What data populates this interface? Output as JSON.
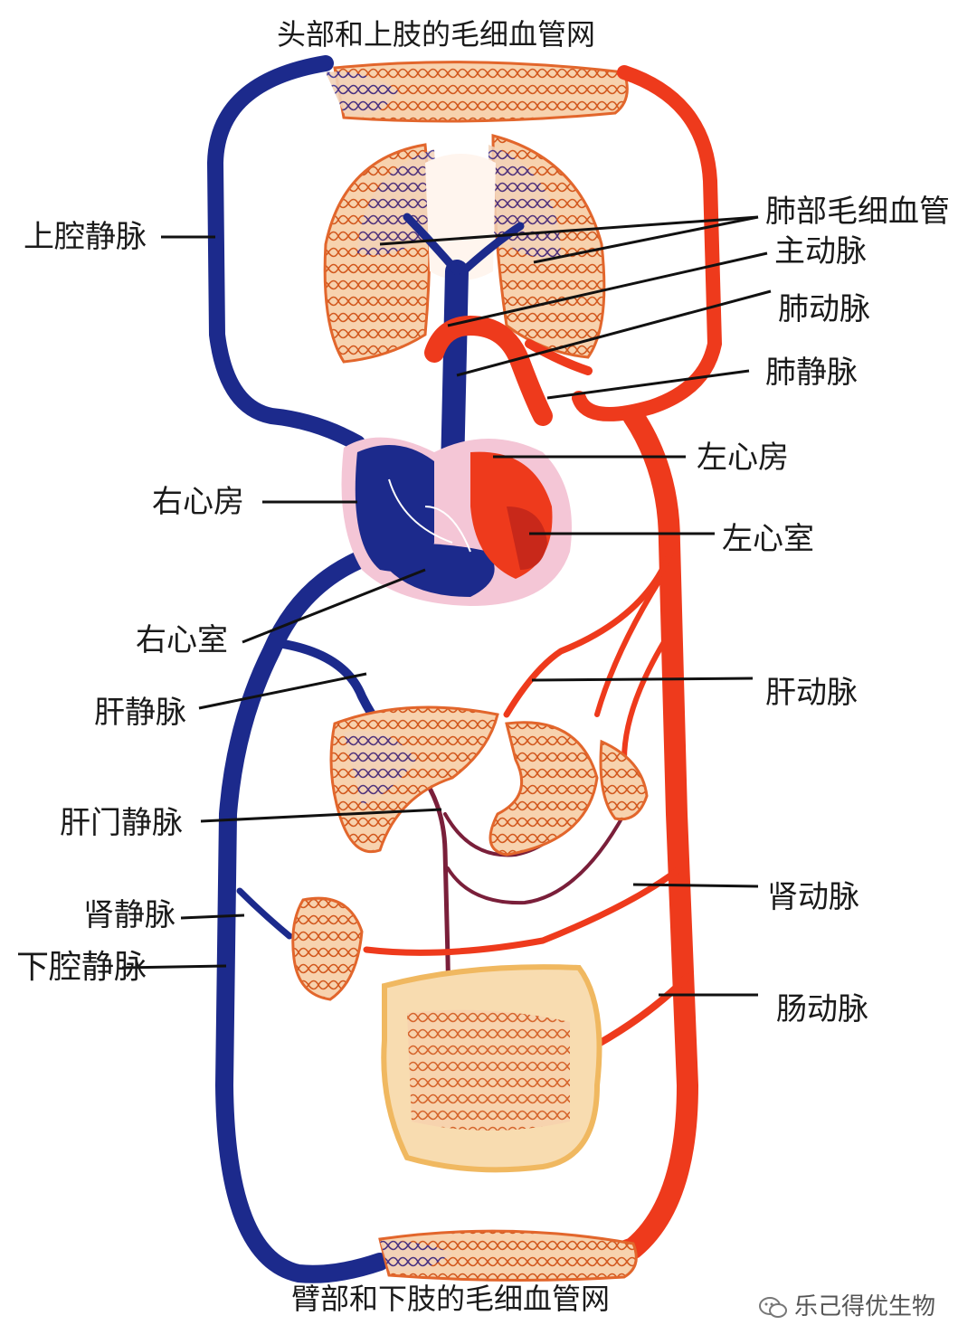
{
  "titles": {
    "top": "头部和上肢的毛细血管网",
    "bottom": "臂部和下肢的毛细血管网"
  },
  "labels": {
    "superior_vena_cava": "上腔静脉",
    "right_atrium": "右心房",
    "right_ventricle": "右心室",
    "hepatic_vein": "肝静脉",
    "hepatic_portal_vein": "肝门静脉",
    "renal_vein": "肾静脉",
    "inferior_vena_cava": "下腔静脉",
    "pulmonary_capillaries": "肺部毛细血管",
    "aorta": "主动脉",
    "pulmonary_artery": "肺动脉",
    "pulmonary_vein": "肺静脉",
    "left_atrium": "左心房",
    "left_ventricle": "左心室",
    "hepatic_artery": "肝动脉",
    "renal_artery": "肾动脉",
    "intestinal_artery": "肠动脉"
  },
  "watermark": {
    "text": "乐己得优生物",
    "icon": "wechat-icon"
  },
  "colors": {
    "vein": "#1c2a8c",
    "artery": "#ee3a1c",
    "capillary_fill": "#f6c9a0",
    "heart_outline": "#f4c6d6",
    "organ": "#f4b880"
  }
}
